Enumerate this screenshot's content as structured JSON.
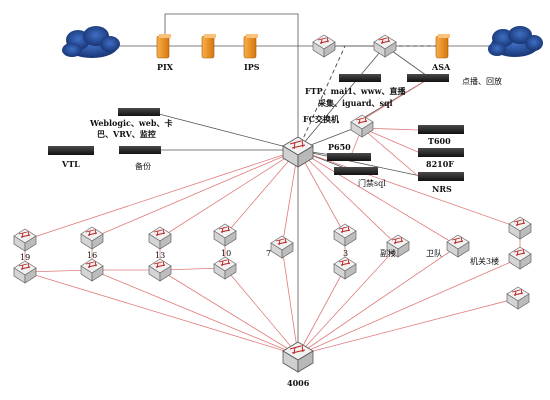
{
  "labels": {
    "pix": "PIX",
    "ips": "IPS",
    "asa": "ASA",
    "ftp": "FTP、mai1、www、直播",
    "caiji": "采集、iguard、sql",
    "dianbo": "点播、回放",
    "fc": "FC交换机",
    "weblogic": "Weblogic、web、卡",
    "vrv": "巴、VRV、监控",
    "vtl": "VTL",
    "beifen": "备份",
    "p650": "P650",
    "t600": "T600",
    "n8210": "8210F",
    "menjin": "门禁sql",
    "nrs": "NRS",
    "s19": "19",
    "s16": "16",
    "s13": "13",
    "s10": "10",
    "s7": "7",
    "s3": "3",
    "fulou": "副楼",
    "weidui": "卫队",
    "jiguan": "机关3楼",
    "core2": "4006"
  },
  "colors": {
    "red_link": "#e07a7a",
    "gray_link": "#555555",
    "firewall": "#f0901c",
    "cloud": "#1f3f8a",
    "switch": "#e6e6e6"
  }
}
